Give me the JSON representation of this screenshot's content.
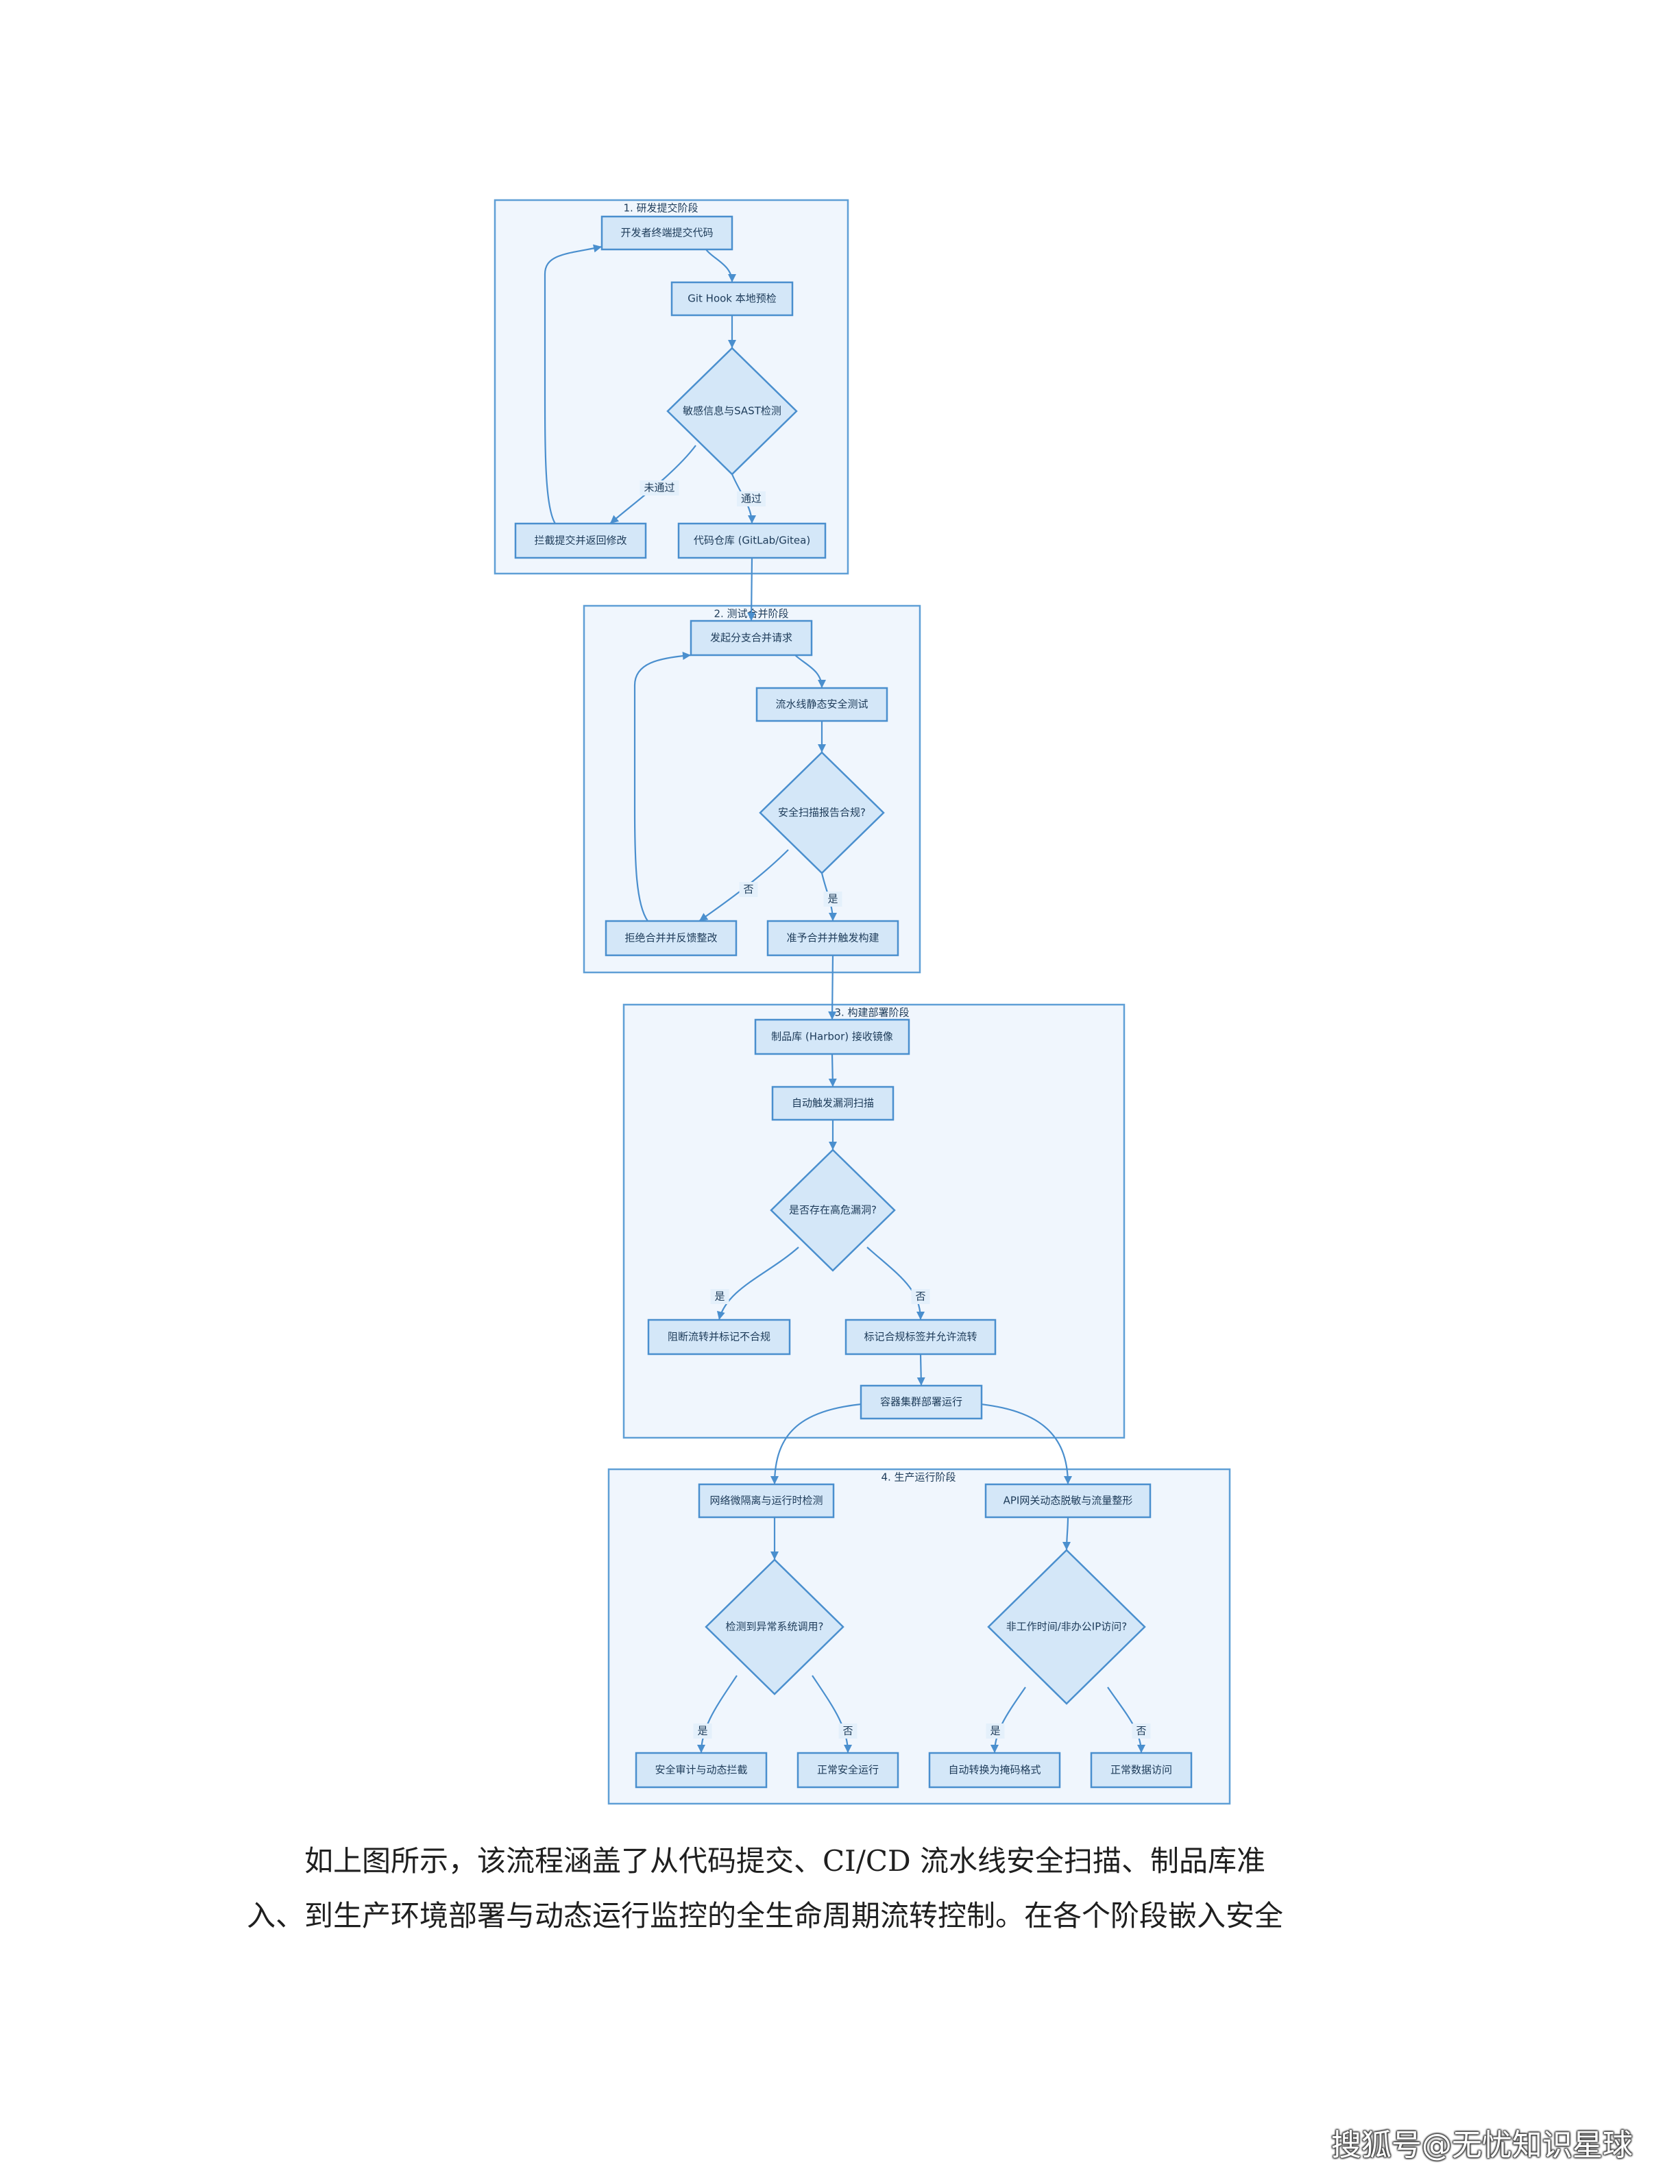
{
  "stages": [
    {
      "id": "s1",
      "title": "1. 研发提交阶段"
    },
    {
      "id": "s2",
      "title": "2. 测试合并阶段"
    },
    {
      "id": "s3",
      "title": "3. 构建部署阶段"
    },
    {
      "id": "s4",
      "title": "4. 生产运行阶段"
    }
  ],
  "nodes": [
    {
      "id": "n1",
      "shape": "rect",
      "label": "开发者终端提交代码"
    },
    {
      "id": "n2",
      "shape": "rect",
      "label": "Git Hook 本地预检"
    },
    {
      "id": "n3",
      "shape": "diamond",
      "label": "敏感信息与SAST检测"
    },
    {
      "id": "n4",
      "shape": "rect",
      "label": "拦截提交并返回修改"
    },
    {
      "id": "n5",
      "shape": "rect",
      "label": "代码仓库 (GitLab/Gitea)"
    },
    {
      "id": "n6",
      "shape": "rect",
      "label": "发起分支合并请求"
    },
    {
      "id": "n7",
      "shape": "rect",
      "label": "流水线静态安全测试"
    },
    {
      "id": "n8",
      "shape": "diamond",
      "label": "安全扫描报告合规?"
    },
    {
      "id": "n9",
      "shape": "rect",
      "label": "拒绝合并并反馈整改"
    },
    {
      "id": "n10",
      "shape": "rect",
      "label": "准予合并并触发构建"
    },
    {
      "id": "n11",
      "shape": "rect",
      "label": "制品库 (Harbor) 接收镜像"
    },
    {
      "id": "n12",
      "shape": "rect",
      "label": "自动触发漏洞扫描"
    },
    {
      "id": "n13",
      "shape": "diamond",
      "label": "是否存在高危漏洞?"
    },
    {
      "id": "n14",
      "shape": "rect",
      "label": "阻断流转并标记不合规"
    },
    {
      "id": "n15",
      "shape": "rect",
      "label": "标记合规标签并允许流转"
    },
    {
      "id": "n16",
      "shape": "rect",
      "label": "容器集群部署运行"
    },
    {
      "id": "n17",
      "shape": "rect",
      "label": "网络微隔离与运行时检测"
    },
    {
      "id": "n18",
      "shape": "rect",
      "label": "API网关动态脱敏与流量整形"
    },
    {
      "id": "n19",
      "shape": "diamond",
      "label": "检测到异常系统调用?"
    },
    {
      "id": "n20",
      "shape": "diamond",
      "label": "非工作时间/非办公IP访问?"
    },
    {
      "id": "n21",
      "shape": "rect",
      "label": "安全审计与动态拦截"
    },
    {
      "id": "n22",
      "shape": "rect",
      "label": "正常安全运行"
    },
    {
      "id": "n23",
      "shape": "rect",
      "label": "自动转换为掩码格式"
    },
    {
      "id": "n24",
      "shape": "rect",
      "label": "正常数据访问"
    }
  ],
  "edges": [
    {
      "from": "n1",
      "to": "n2",
      "label": ""
    },
    {
      "from": "n2",
      "to": "n3",
      "label": ""
    },
    {
      "from": "n3",
      "to": "n4",
      "label": "未通过"
    },
    {
      "from": "n3",
      "to": "n5",
      "label": "通过"
    },
    {
      "from": "n4",
      "to": "n1",
      "label": ""
    },
    {
      "from": "n5",
      "to": "n6",
      "label": ""
    },
    {
      "from": "n6",
      "to": "n7",
      "label": ""
    },
    {
      "from": "n7",
      "to": "n8",
      "label": ""
    },
    {
      "from": "n8",
      "to": "n9",
      "label": "否"
    },
    {
      "from": "n8",
      "to": "n10",
      "label": "是"
    },
    {
      "from": "n9",
      "to": "n6",
      "label": ""
    },
    {
      "from": "n10",
      "to": "n11",
      "label": ""
    },
    {
      "from": "n11",
      "to": "n12",
      "label": ""
    },
    {
      "from": "n12",
      "to": "n13",
      "label": ""
    },
    {
      "from": "n13",
      "to": "n14",
      "label": "是"
    },
    {
      "from": "n13",
      "to": "n15",
      "label": "否"
    },
    {
      "from": "n15",
      "to": "n16",
      "label": ""
    },
    {
      "from": "n16",
      "to": "n17",
      "label": ""
    },
    {
      "from": "n16",
      "to": "n18",
      "label": ""
    },
    {
      "from": "n17",
      "to": "n19",
      "label": ""
    },
    {
      "from": "n18",
      "to": "n20",
      "label": ""
    },
    {
      "from": "n19",
      "to": "n21",
      "label": "是"
    },
    {
      "from": "n19",
      "to": "n22",
      "label": "否"
    },
    {
      "from": "n20",
      "to": "n23",
      "label": "是"
    },
    {
      "from": "n20",
      "to": "n24",
      "label": "否"
    }
  ],
  "caption": {
    "line1": "如上图所示，该流程涵盖了从代码提交、CI/CD 流水线安全扫描、制品库准",
    "line2": "入、到生产环境部署与动态运行监控的全生命周期流转控制。在各个阶段嵌入安全"
  },
  "watermark": "搜狐号@无忧知识星球",
  "colors": {
    "stage_fill": "#ddecfa",
    "node_fill": "#d4e7f8",
    "stroke": "#4a8fce",
    "text": "#1d3b59"
  }
}
